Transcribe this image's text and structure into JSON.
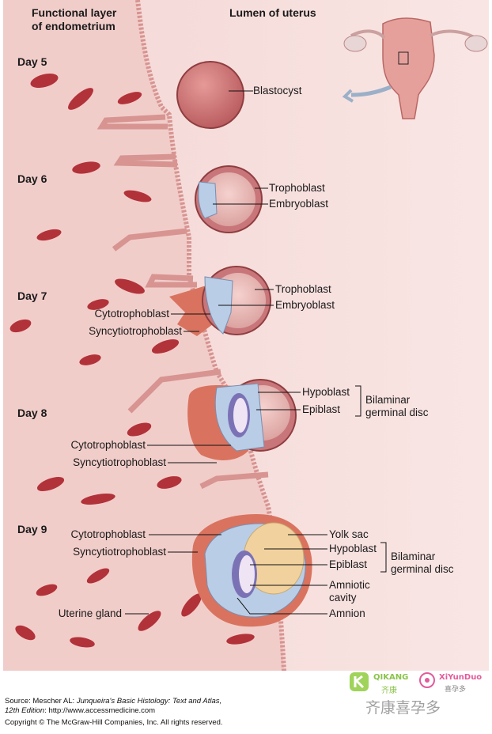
{
  "header": {
    "left_title_line1": "Functional layer",
    "left_title_line2": "of endometrium",
    "right_title": "Lumen of uterus"
  },
  "days": [
    "Day 5",
    "Day 6",
    "Day 7",
    "Day 8",
    "Day 9"
  ],
  "labels": {
    "day5": {
      "blastocyst": "Blastocyst"
    },
    "day6": {
      "trophoblast": "Trophoblast",
      "embryoblast": "Embryoblast"
    },
    "day7": {
      "trophoblast": "Trophoblast",
      "embryoblast": "Embryoblast",
      "cytotrophoblast": "Cytotrophoblast",
      "syncytiotrophoblast": "Syncytiotrophoblast"
    },
    "day8": {
      "hypoblast": "Hypoblast",
      "epiblast": "Epiblast",
      "bilaminar_line1": "Bilaminar",
      "bilaminar_line2": "germinal disc",
      "cytotrophoblast": "Cytotrophoblast",
      "syncytiotrophoblast": "Syncytiotrophoblast"
    },
    "day9": {
      "cytotrophoblast": "Cytotrophoblast",
      "syncytiotrophoblast": "Syncytiotrophoblast",
      "uterine_gland": "Uterine gland",
      "yolk_sac": "Yolk sac",
      "hypoblast": "Hypoblast",
      "epiblast": "Epiblast",
      "bilaminar_line1": "Bilaminar",
      "bilaminar_line2": "germinal disc",
      "amniotic_line1": "Amniotic",
      "amniotic_line2": "cavity",
      "amnion": "Amnion"
    }
  },
  "footer": {
    "source_prefix": "Source: Mescher AL: ",
    "source_book": "Junqueira's Basic Histology: Text and Atlas,",
    "edition": "12th Edition",
    "url_text": ": http://www.accessmedicine.com",
    "copyright": "Copyright © The McGraw-Hill Companies, Inc. All rights reserved."
  },
  "watermark": {
    "brand1": "QIKANG",
    "brand1_cn": "齐康",
    "brand2": "XiYunDuo",
    "brand2_cn": "喜孕多",
    "bottom_cn": "齐康喜孕多"
  },
  "colors": {
    "tissue": "#f2d0cd",
    "lumen": "#f6dad8",
    "vessel": "#b2323a",
    "cytotrophoblast": "#b9cde6",
    "syncytiotrophoblast": "#d9735f",
    "yolk_sac": "#f1d29e",
    "blastocyst": "#c6686b"
  }
}
